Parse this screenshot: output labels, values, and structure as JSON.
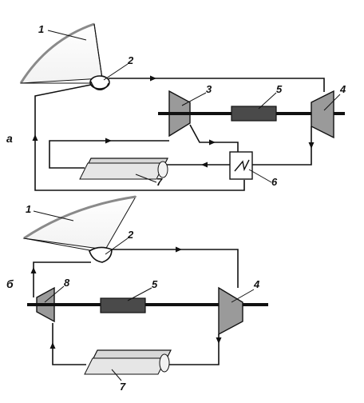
{
  "colors": {
    "line": "#111111",
    "turbine_fill": "#9a9a9a",
    "generator_fill": "#4a4a4a",
    "collector_fill": "#d8d8d8",
    "mirror_edge": "#8a8a8a"
  },
  "diagram_a": {
    "label": "а",
    "components": {
      "mirror": "1",
      "receiver": "2",
      "turbine": "3",
      "generator": "5",
      "compressor": "4",
      "heat_exchanger": "6",
      "radiator": "7"
    }
  },
  "diagram_b": {
    "label": "б",
    "components": {
      "mirror": "1",
      "receiver": "2",
      "turbine": "8",
      "generator": "5",
      "compressor": "4",
      "radiator": "7"
    }
  }
}
